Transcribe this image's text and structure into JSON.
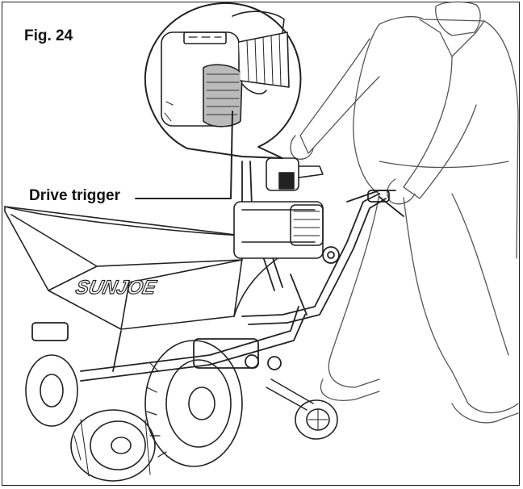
{
  "figure": {
    "title": "Fig. 24",
    "callout_label": "Drive trigger",
    "brand_logo_text": "SUNJOE",
    "line_color": "#222222",
    "background_color": "#ffffff"
  }
}
